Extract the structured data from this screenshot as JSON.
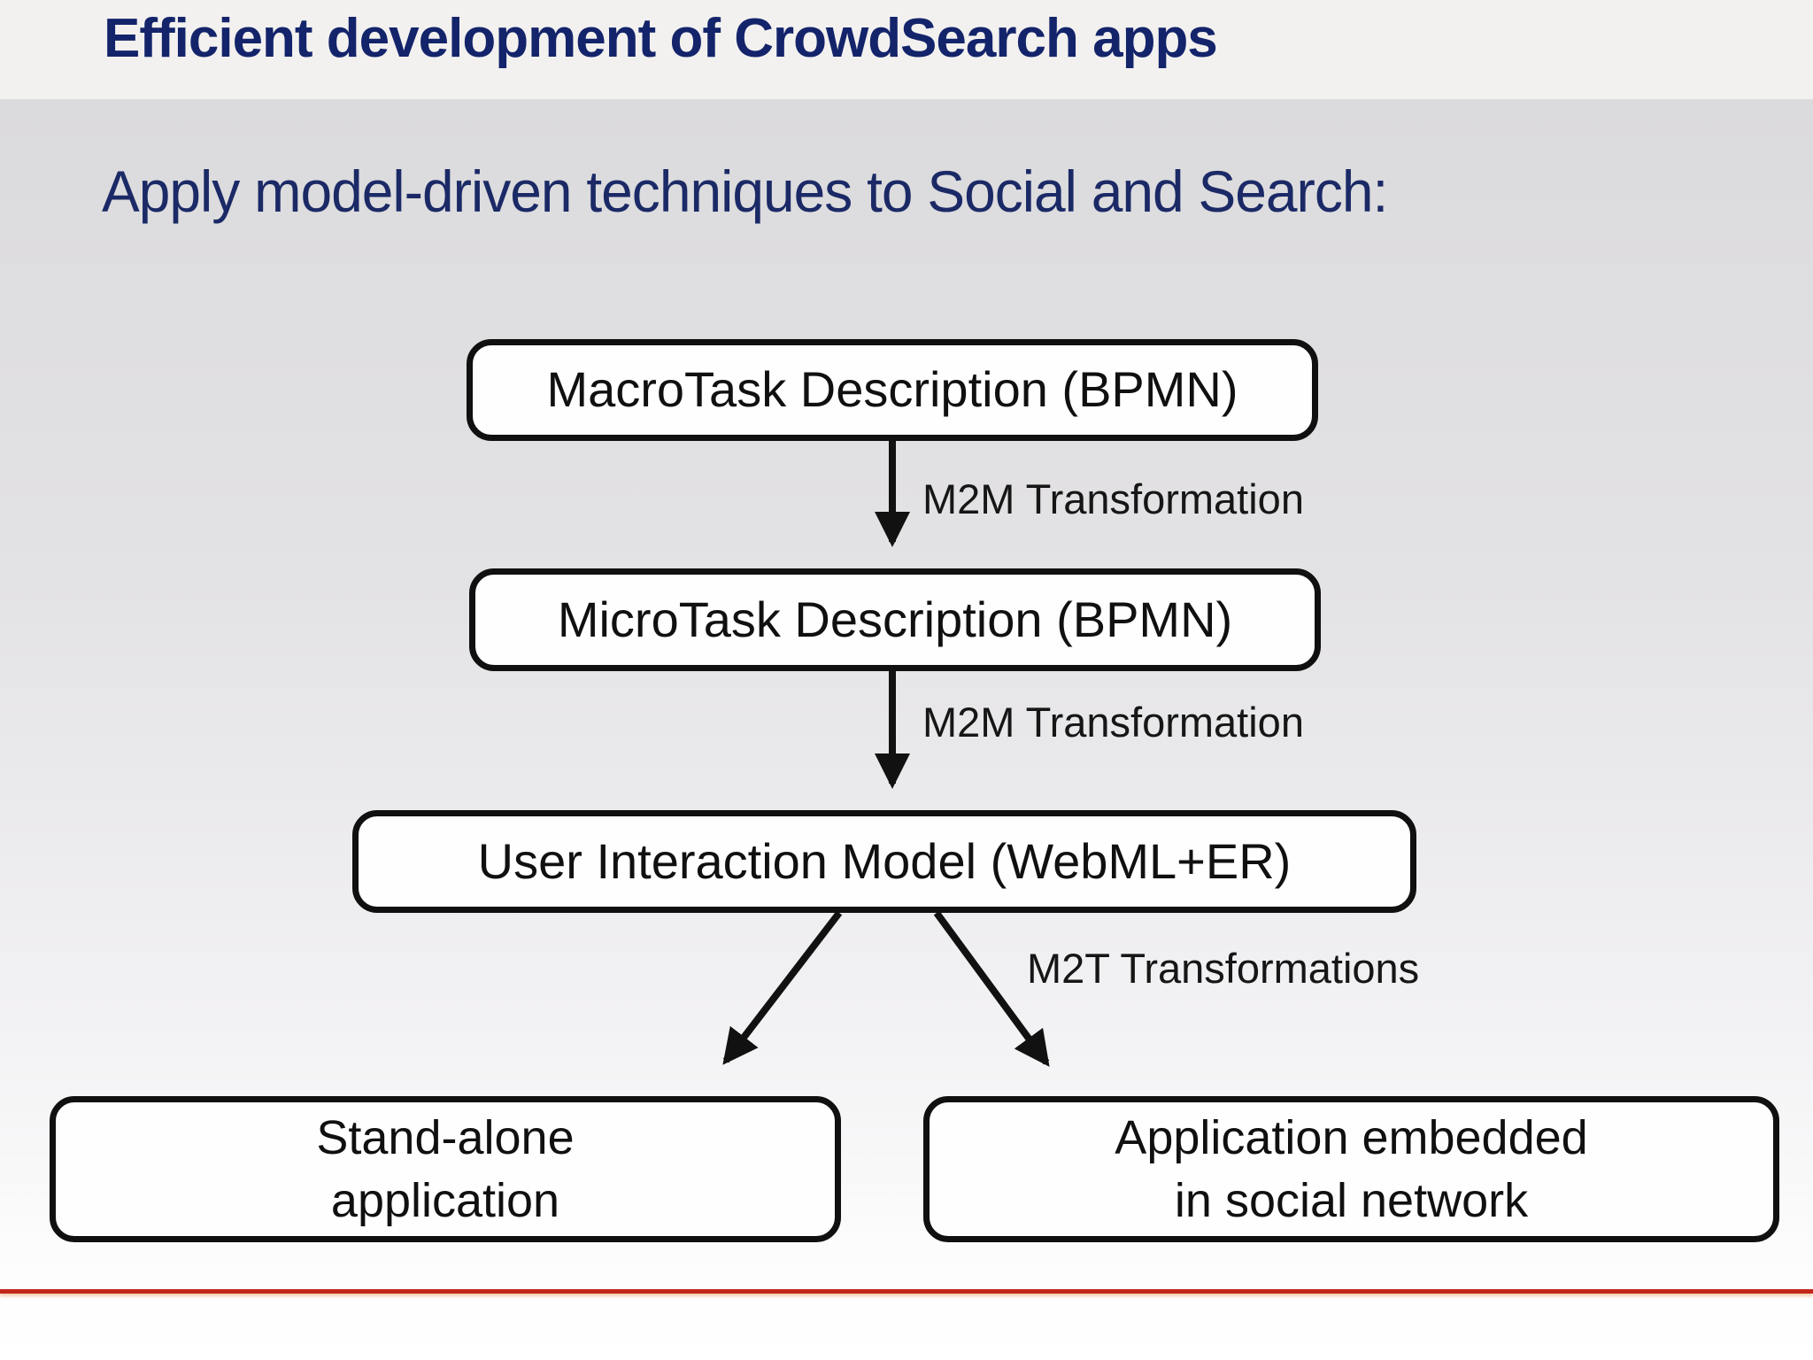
{
  "slide": {
    "title": "Efficient development of CrowdSearch apps",
    "subtitle": "Apply model-driven techniques to Social and Search:",
    "title_color": "#14246b",
    "red_rule_color": "#c2271c"
  },
  "diagram": {
    "nodes": [
      {
        "id": "macrotask",
        "label": "MacroTask Description (BPMN)"
      },
      {
        "id": "microtask",
        "label": "MicroTask Description (BPMN)"
      },
      {
        "id": "uim",
        "label": "User Interaction Model (WebML+ER)"
      },
      {
        "id": "standalone",
        "lines": [
          "Stand-alone",
          "application"
        ]
      },
      {
        "id": "embedded",
        "lines": [
          "Application embedded",
          "in social network"
        ]
      }
    ],
    "edges": [
      {
        "from": "macrotask",
        "to": "microtask",
        "label": "M2M Transformation"
      },
      {
        "from": "microtask",
        "to": "uim",
        "label": "M2M Transformation"
      },
      {
        "from": "uim",
        "to": "standalone",
        "label": ""
      },
      {
        "from": "uim",
        "to": "embedded",
        "label": "M2T Transformations"
      }
    ]
  }
}
